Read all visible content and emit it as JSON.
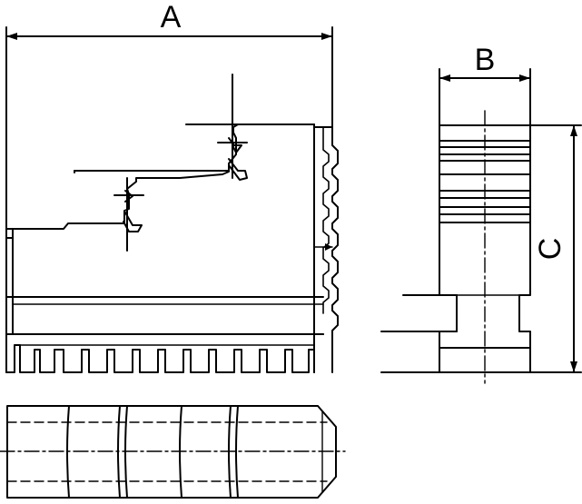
{
  "diagram": {
    "labels": {
      "width": "A",
      "depth": "B",
      "height": "C"
    },
    "colors": {
      "ink": "#000000",
      "paper": "#ffffff"
    }
  }
}
